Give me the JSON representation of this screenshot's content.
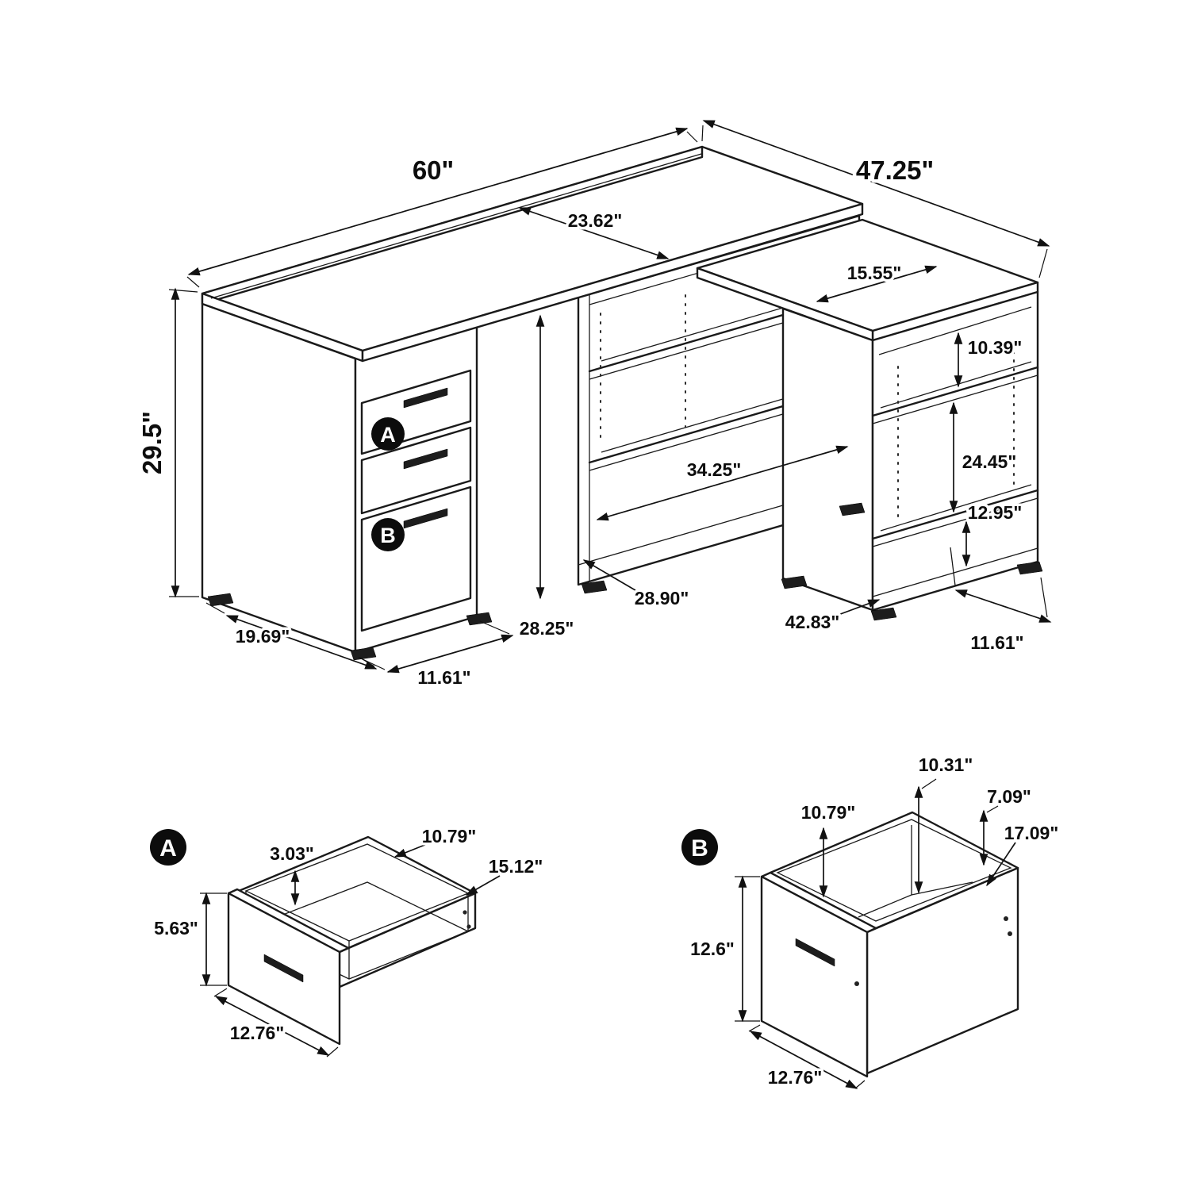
{
  "doc": {
    "background": "#ffffff",
    "line_color": "#1a1a1a",
    "badge_color": "#0c0c0c"
  },
  "main_view": {
    "badge_a": "A",
    "badge_b": "B",
    "dims": {
      "desk_length": "60\"",
      "return_length": "47.25\"",
      "desk_depth": "23.62\"",
      "return_surface_width": "15.55\"",
      "desk_height": "29.5\"",
      "shelf_gap_top": "10.39\"",
      "shelf_gap_middle": "24.45\"",
      "shelf_gap_bottom": "12.95\"",
      "opening_width": "34.25\"",
      "base_diagonal": "28.90\"",
      "clearance_height": "28.25\"",
      "return_base_length": "42.83\"",
      "pedestal_depth": "19.69\"",
      "pedestal_width": "11.61\"",
      "return_end_depth": "11.61\""
    }
  },
  "detail_a": {
    "badge": "A",
    "dims": {
      "interior_height": "3.03\"",
      "interior_width": "10.79\"",
      "interior_depth": "15.12\"",
      "front_height": "5.63\"",
      "front_width": "12.76\""
    }
  },
  "detail_b": {
    "badge": "B",
    "dims": {
      "back_height": "10.31\"",
      "side_height": "7.09\"",
      "interior_width": "10.79\"",
      "interior_depth": "17.09\"",
      "front_height": "12.6\"",
      "front_width": "12.76\""
    }
  }
}
